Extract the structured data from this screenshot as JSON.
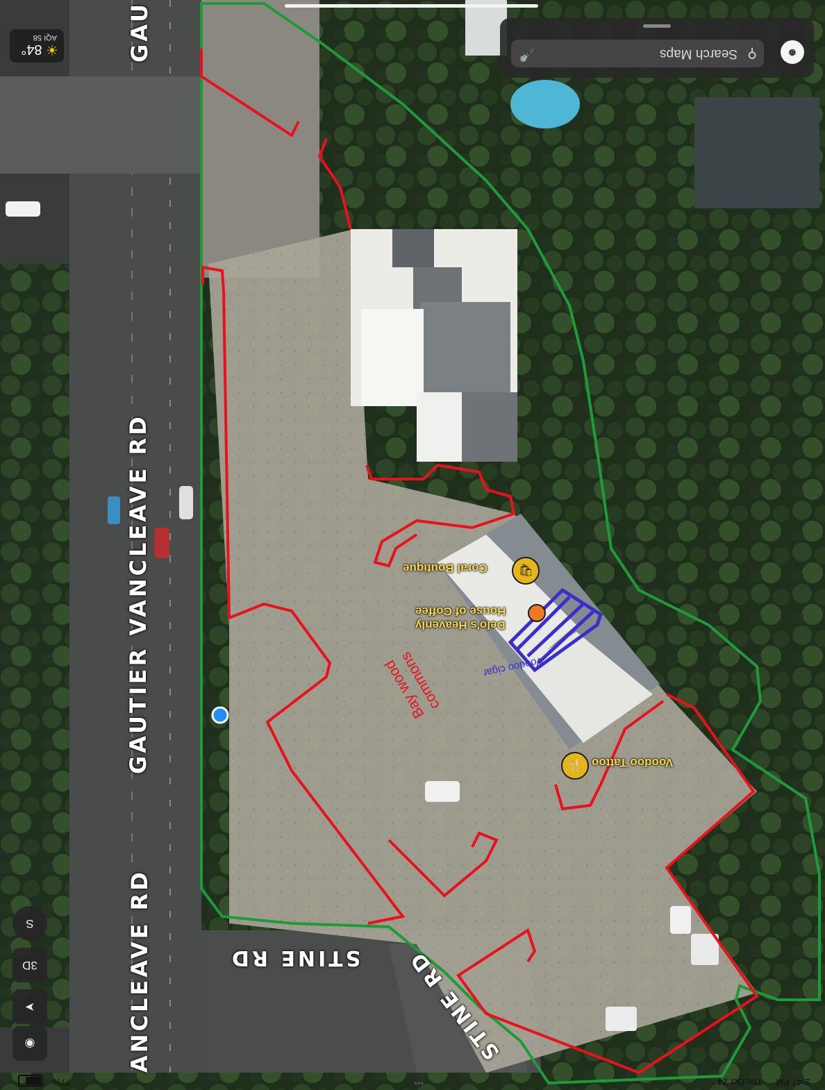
{
  "map": {
    "type": "satellite",
    "orientation": "upside-down",
    "roads": {
      "main_label": "GAUTIER VANCLEAVE RD",
      "main_label_partial": "ANCLEAVE RD",
      "top_label_partial": "GAU",
      "side_label_1": "STINE RD",
      "side_label_2": "STINE RD"
    },
    "places": [
      {
        "name": "Coral Boutique",
        "icon": "shopping-bag-icon"
      },
      {
        "name": "Delo's Heavenly",
        "name_line2": "House of Coffee",
        "icon": "coffee-cup-icon"
      },
      {
        "name": "Voodoo Tattoo",
        "icon": "fork-knife-icon"
      }
    ],
    "annotations": {
      "handwritten_red": "Bay wood\ncommons",
      "handwritten_red_line1": "Bay wood",
      "handwritten_red_line2": "commons",
      "handwritten_blue": "Voodoo cigar",
      "property_boundary_color": "#1f9a3a",
      "lot_outline_color": "#e8121c",
      "highlight_color": "#3a2fc9"
    }
  },
  "search": {
    "placeholder": "Search Maps",
    "icon": "magnifier-icon",
    "mic_icon": "microphone-icon",
    "avatar_icon": "avatar-icon"
  },
  "weather": {
    "temperature": "84°",
    "aqi": "AQI 58",
    "icon": "sun-icon"
  },
  "map_controls": {
    "compass": "S",
    "view_3d": "3D",
    "location_icon": "location-arrow-icon",
    "binoculars_icon": "look-around-icon"
  },
  "status_bar": {
    "time": "2:47 PM",
    "date": "Thu Oct 24",
    "battery": "77%",
    "dots": "•••"
  }
}
